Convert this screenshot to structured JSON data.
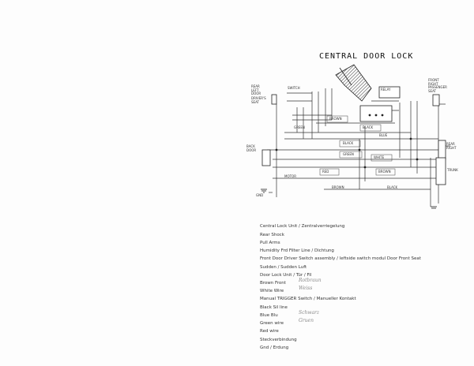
{
  "diagram": {
    "title": "CENTRAL DOOR LOCK",
    "labels": {
      "rear_left": "REAR\nLEFT\nDOOR",
      "driver_seat": "DRIVER'S\nSEAT",
      "front_left": "FRONT\nRIGHT\nPASSENGER\nSEAT",
      "rear_right": "REAR\nRIGHT",
      "back_left": "BACK\nDOOR",
      "trunk": "TRUNK",
      "brown": "BROWN",
      "black": "BLACK",
      "green": "GREEN",
      "white": "WHITE",
      "red": "RED",
      "wire_a": "BROWN",
      "wire_b": "BLACK",
      "wire_c": "GREEN",
      "wire_d": "BROWN",
      "wire_e": "BLACK",
      "wire_f": "BLUE",
      "relay": "RELAY",
      "switch": "SWITCH",
      "motor": "MOTOR",
      "ground": "GND"
    }
  },
  "legend": {
    "items": [
      "Central Lock Unit / Zentralverriegelung",
      "Rear Shock",
      "Pull Arms",
      "Humidity Frd Filter Line / Dichtung",
      "Front Door Driver Switch assembly / leftside switch modul Door Front Seat",
      "Sudden / Sudden Luft",
      "Door Lock Unit / Tür / Fil",
      "Brown Front",
      "White Wire",
      "Manual TRIGGER Switch / Manueller Kontakt",
      "Black Sil line",
      "Blue Blu",
      "Green wire",
      "Red wire",
      "Steckverbindung",
      "Gnd / Erdung"
    ],
    "handwritten": [
      "Rotbraun",
      "Weiss",
      "Schwarz",
      "Gruen"
    ]
  }
}
